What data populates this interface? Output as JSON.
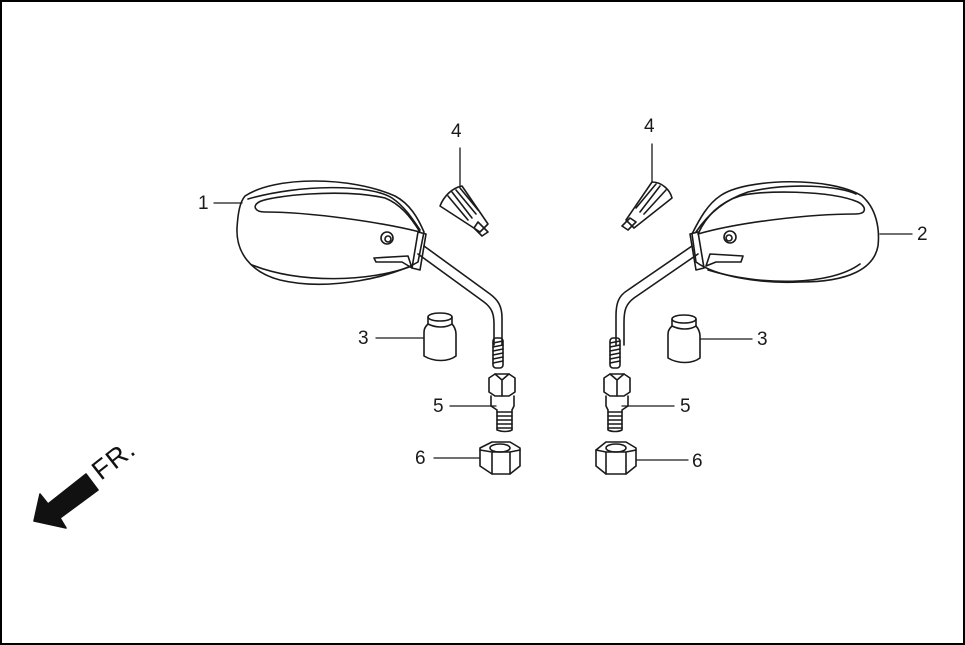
{
  "diagram": {
    "type": "exploded-parts-diagram",
    "subject": "rear-view mirror assembly (left and right)",
    "direction_indicator": {
      "label": "FR.",
      "icon": "arrow-down-left"
    },
    "callouts": [
      {
        "id": "c1",
        "number": "1",
        "part": "left mirror"
      },
      {
        "id": "c2",
        "number": "2",
        "part": "right mirror"
      },
      {
        "id": "c3l",
        "number": "3",
        "part": "cap (left)"
      },
      {
        "id": "c3r",
        "number": "3",
        "part": "cap (right)"
      },
      {
        "id": "c4l",
        "number": "4",
        "part": "boot (left)"
      },
      {
        "id": "c4r",
        "number": "4",
        "part": "boot (right)"
      },
      {
        "id": "c5l",
        "number": "5",
        "part": "adapter bolt (left)"
      },
      {
        "id": "c5r",
        "number": "5",
        "part": "adapter bolt (right)"
      },
      {
        "id": "c6l",
        "number": "6",
        "part": "nut (left)"
      },
      {
        "id": "c6r",
        "number": "6",
        "part": "nut (right)"
      }
    ],
    "colors": {
      "line": "#1a1a1a",
      "background": "#ffffff",
      "border": "#000000"
    }
  }
}
